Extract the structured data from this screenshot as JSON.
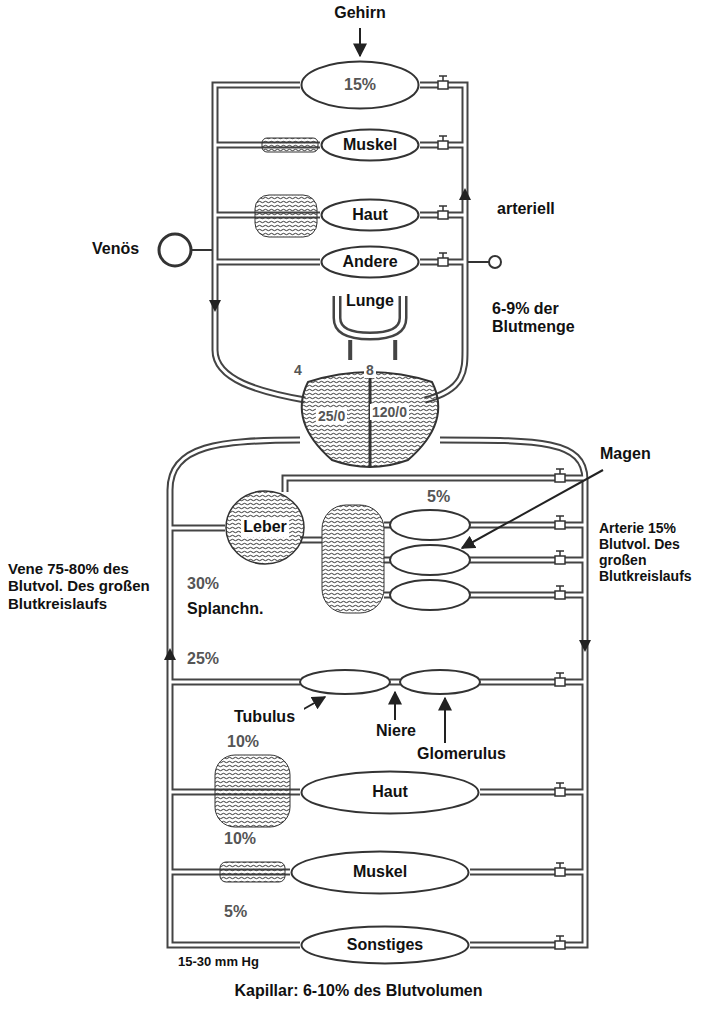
{
  "diagram": {
    "caption": "Kapillar: 6-10% des Blutvolumen",
    "nodes": [
      {
        "text": [
          "15%"
        ]
      },
      {
        "text": [
          "Muskel"
        ]
      },
      {
        "text": [
          "Haut"
        ]
      },
      {
        "text": [
          "Andere"
        ]
      },
      {
        "text": [
          "Lunge"
        ]
      },
      {
        "text": [
          "4",
          "8",
          "25/0",
          "120/0"
        ]
      },
      {
        "text": [
          "Leber"
        ]
      },
      {
        "text": [
          "Haut"
        ]
      },
      {
        "text": [
          "Muskel"
        ]
      },
      {
        "text": [
          "Sonstiges"
        ]
      }
    ],
    "edges": [
      {
        "from": 5,
        "to": 4,
        "arrow": "none"
      },
      {
        "from": 4,
        "to": 5,
        "arrow": "none"
      }
    ],
    "labels": [
      "Gehirn",
      "Venös",
      "arteriell",
      "6-9% der Blutmenge",
      "5%",
      "Magen",
      "Arterie 15% Blutvol. Des großen Blutkreislaufs",
      "Vene 75-80% des Blutvol. Des großen Blutkreislaufs",
      "30%",
      "Splanchn.",
      "25%",
      "Tubulus",
      "Niere",
      "Glomerulus",
      "10%",
      "10%",
      "5%",
      "15-30 mm Hg"
    ]
  }
}
